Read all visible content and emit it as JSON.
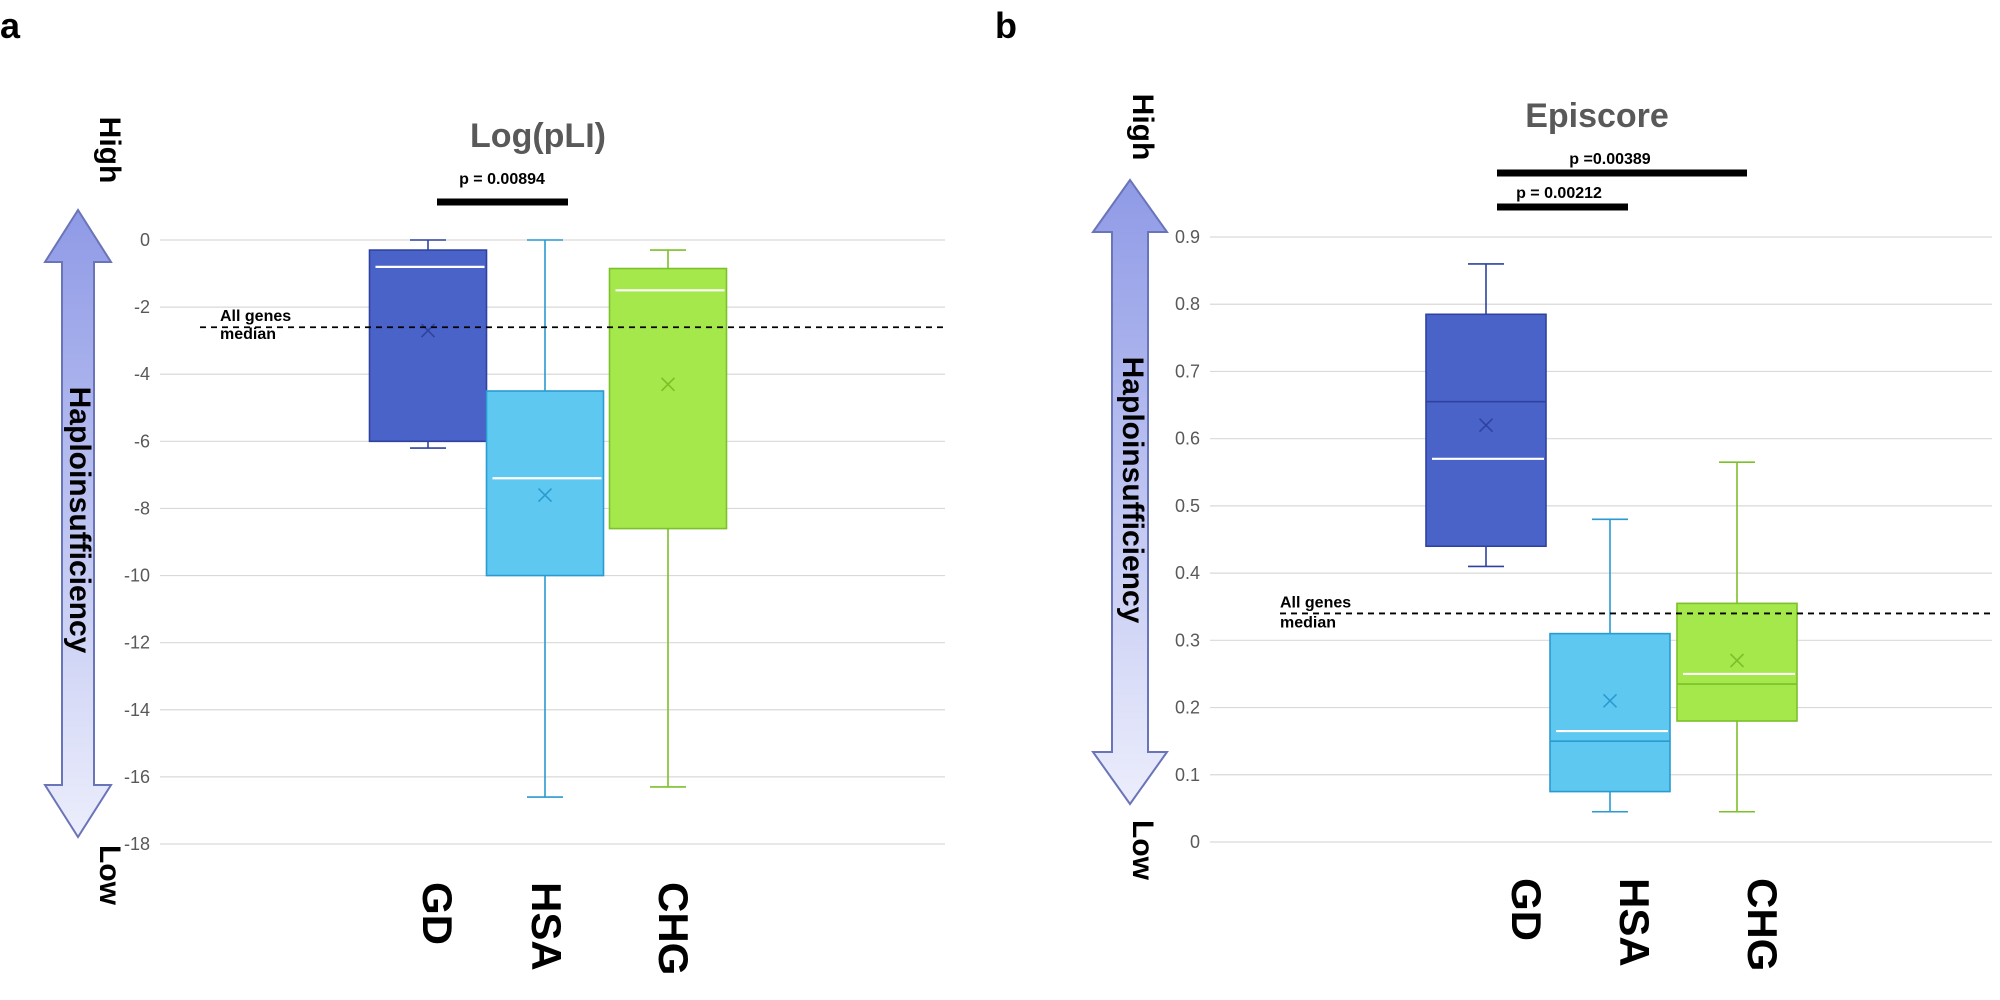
{
  "panels": [
    {
      "panel_label": "a",
      "arrow": {
        "top_label": "High",
        "bottom_label": "Low",
        "axis_label": "Haploinsufficiency"
      },
      "reference_line": {
        "label_line1": "All genes",
        "label_line2": "median"
      },
      "significance": [
        {
          "label": "p =  0.00894",
          "from": "GD",
          "to": "HSA"
        }
      ],
      "category_labels": [
        "GD",
        "HSA",
        "CHG"
      ]
    },
    {
      "panel_label": "b",
      "arrow": {
        "top_label": "High",
        "bottom_label": "Low",
        "axis_label": "Haploinsufficiency"
      },
      "reference_line": {
        "label_line1": "All genes",
        "label_line2": "median"
      },
      "significance": [
        {
          "label": "p =0.00389",
          "from": "GD",
          "to": "CHG"
        },
        {
          "label": "p =  0.00212",
          "from": "GD",
          "to": "HSA"
        }
      ],
      "category_labels": [
        "GD",
        "HSA",
        "CHG"
      ]
    }
  ],
  "colors": {
    "GD": "#4a63c9",
    "HSA": "#5ec8f1",
    "CHG": "#a5e84c",
    "GD_stroke": "#2f42a0",
    "HSA_stroke": "#2a9ad0",
    "CHG_stroke": "#7cc02a",
    "arrow_top": "#8f9ae6",
    "arrow_bottom": "#eceefc"
  },
  "chart_data": [
    {
      "type": "box",
      "title": "Log(pLI)",
      "ylim": [
        -18,
        0
      ],
      "yticks": [
        0,
        -2,
        -4,
        -6,
        -8,
        -10,
        -12,
        -14,
        -16,
        -18
      ],
      "ylabel": "Haploinsufficiency",
      "grid": true,
      "reference_median": -2.6,
      "series": [
        {
          "name": "GD",
          "min": -6.2,
          "q1": -6.0,
          "median": -0.8,
          "q3": -0.3,
          "max": 0,
          "mean": -2.7
        },
        {
          "name": "HSA",
          "min": -16.6,
          "q1": -10.0,
          "median": -7.1,
          "q3": -4.5,
          "max": 0,
          "mean": -7.6
        },
        {
          "name": "CHG",
          "min": -16.3,
          "q1": -8.6,
          "median": -1.5,
          "q3": -0.85,
          "max": -0.3,
          "mean": -4.3
        }
      ]
    },
    {
      "type": "box",
      "title": "Episcore",
      "ylim": [
        0,
        0.9
      ],
      "yticks": [
        0,
        0.1,
        0.2,
        0.3,
        0.4,
        0.5,
        0.6,
        0.7,
        0.8,
        0.9
      ],
      "ylabel": "Haploinsufficiency",
      "grid": true,
      "reference_median": 0.34,
      "series": [
        {
          "name": "GD",
          "min": 0.41,
          "q1": 0.44,
          "median": 0.57,
          "median_line2": 0.655,
          "q3": 0.785,
          "max": 0.86,
          "mean": 0.62
        },
        {
          "name": "HSA",
          "min": 0.045,
          "q1": 0.075,
          "median": 0.165,
          "median_line2": 0.15,
          "q3": 0.31,
          "max": 0.48,
          "mean": 0.21
        },
        {
          "name": "CHG",
          "min": 0.045,
          "q1": 0.18,
          "median": 0.25,
          "median_line2": 0.235,
          "q3": 0.355,
          "max": 0.565,
          "mean": 0.27
        }
      ]
    }
  ]
}
